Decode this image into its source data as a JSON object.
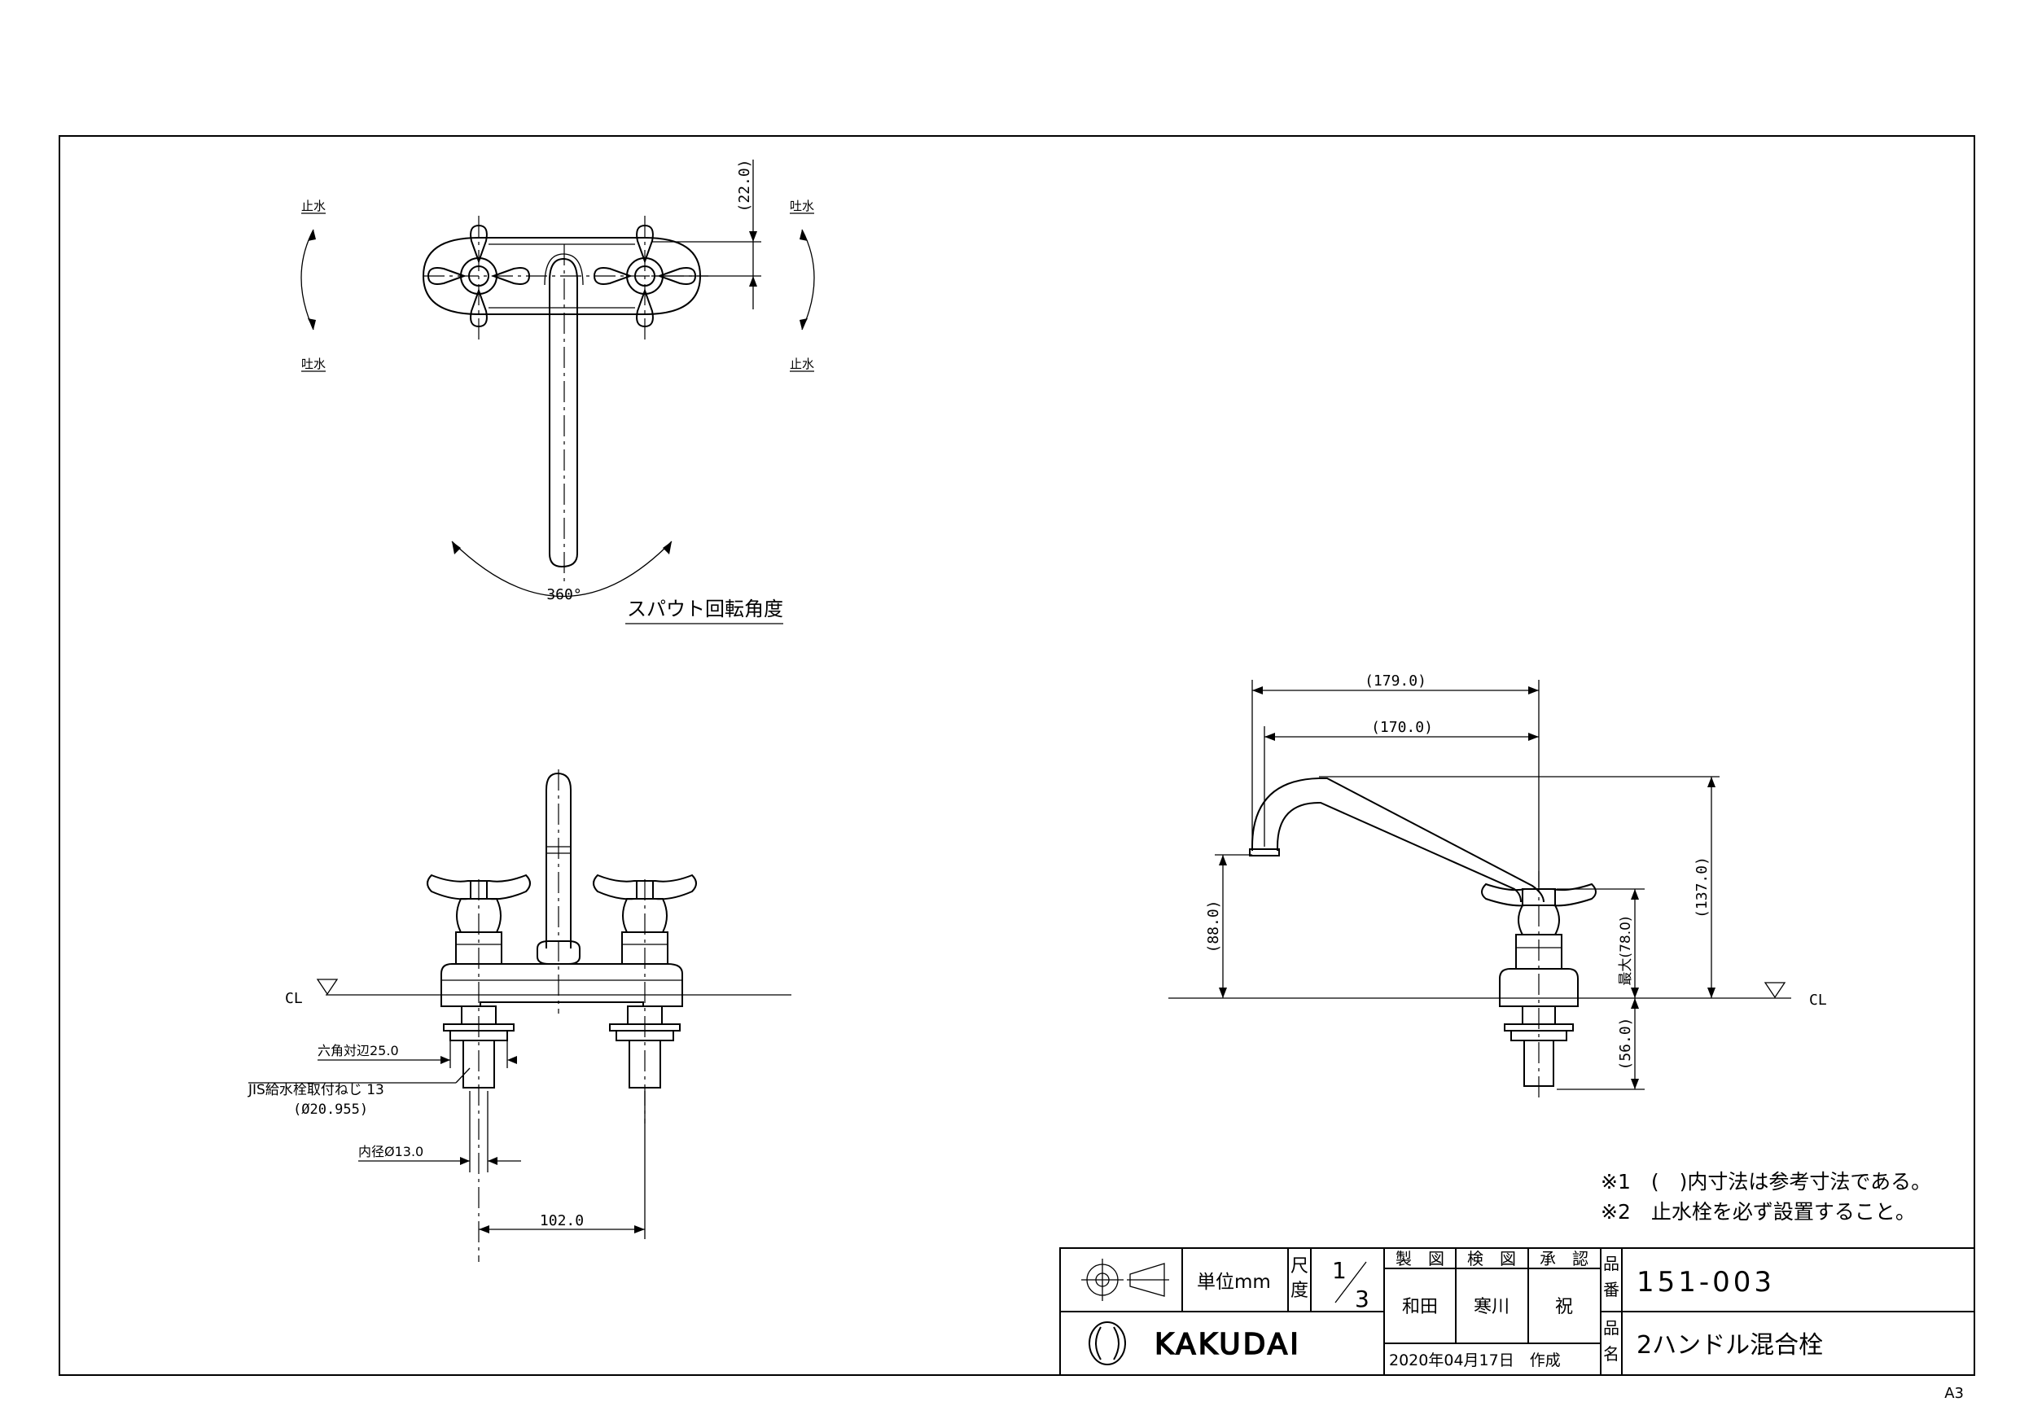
{
  "sheet_size": "A3",
  "top_view": {
    "left_top_label": "止水",
    "left_bottom_label": "吐水",
    "right_top_label": "吐水",
    "right_bottom_label": "止水",
    "dim_22": "(22.0)",
    "angle": "360°",
    "spout_note": "スパウト回転角度"
  },
  "front_view": {
    "cl": "CL",
    "hex": "六角対辺25.0",
    "jis": "JIS給水栓取付ねじ 13",
    "jis_dia": "(Ø20.955)",
    "inner": "内径Ø13.0",
    "dim_102": "102.0"
  },
  "side_view": {
    "cl": "CL",
    "dim_179": "(179.0)",
    "dim_170": "(170.0)",
    "dim_137": "(137.0)",
    "dim_88": "(88.0)",
    "dim_78": "最大(78.0)",
    "dim_56": "(56.0)"
  },
  "notes": [
    "※1　(　)内寸法は参考寸法である。",
    "※2　止水栓を必ず設置すること。"
  ],
  "title_block": {
    "unit": "単位mm",
    "scale_label_1": "尺",
    "scale_label_2": "度",
    "scale_num": "1",
    "scale_den": "3",
    "drawn_header": "製　図",
    "checked_header": "検　図",
    "approved_header": "承　認",
    "drawn_by": "和田",
    "checked_by": "寒川",
    "approved_by": "祝",
    "date": "2020年04月17日　作成",
    "part_no_label_1": "品",
    "part_no_label_2": "番",
    "part_no": "151-003",
    "name_label_1": "品",
    "name_label_2": "名",
    "part_name": "2ハンドル混合栓",
    "logo_text": "KAKUDAI"
  }
}
